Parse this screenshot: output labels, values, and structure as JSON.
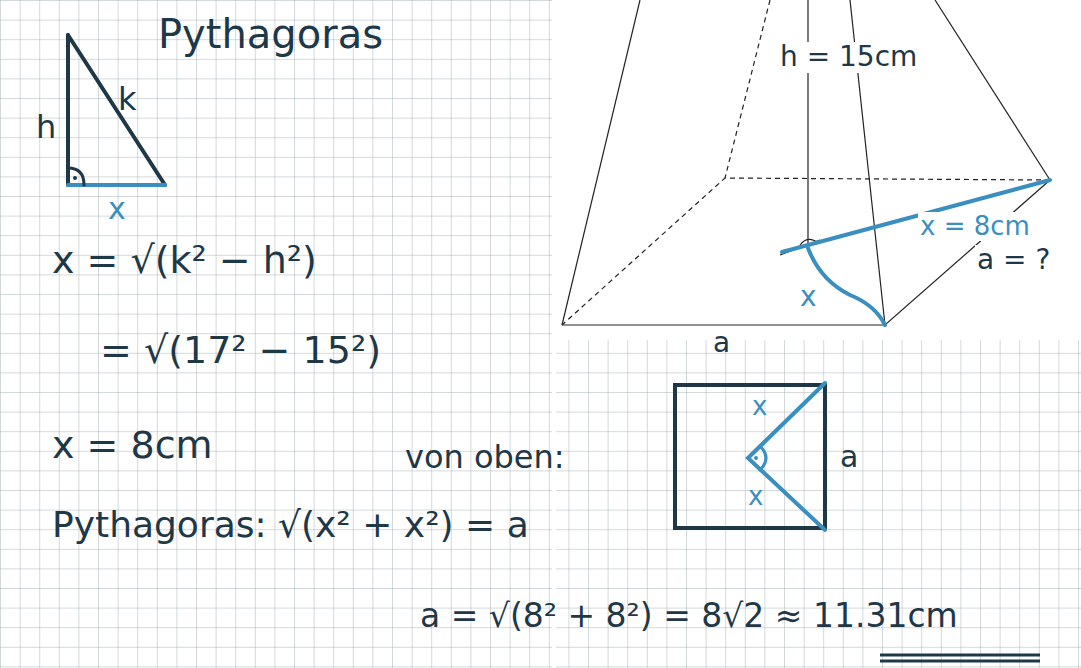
{
  "diagram": {
    "labels": [
      "Pythagoras",
      "h",
      "k",
      "x",
      "x = √(k² − h²)",
      "= √(17² − 15²)",
      "x = 8cm",
      "von oben:",
      "Pythagoras: √(x² + x²) = a",
      "a = √(8² + 8²) = 8√2 ≈ 11.31cm",
      "h = 15cm",
      "x = 8cm",
      "a = ?",
      "x",
      "a",
      "x",
      "x",
      "a"
    ]
  }
}
